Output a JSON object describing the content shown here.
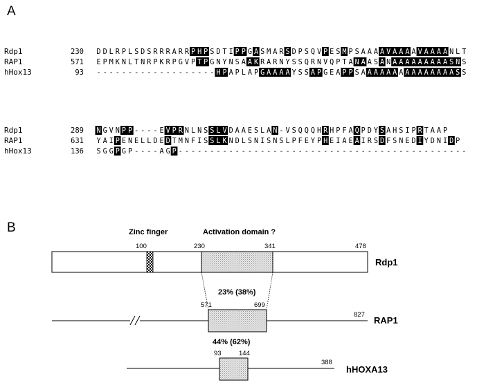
{
  "panel_a": {
    "label": "A",
    "blocks": [
      {
        "rows": [
          {
            "name": "Rdp1",
            "start": "230",
            "seq": "DDLRPLSDSRRRARRPHPSDTIPPGASMARSDPSQVPESMPSAAAAVAAAAVAAAANLT",
            "mask": "000000000000000111000011010000100000100100000111110111110000"
          },
          {
            "name": "RAP1",
            "start": "571",
            "seq": "EPMKNLTNRPKRPGVPTPGNYNSAAKRARNYSSQRNVQPTANAASANAAAAAAAAASNS",
            "mask": "000000000000000011000000110000000000000001100101111111111100"
          },
          {
            "name": "hHox13",
            "start": "93",
            "seq": "-------------------HPAPLAPGAAAAYSSAPGEAPPSAAAAAAAAAAAAAAASS",
            "mask": "000000000000000000011000001111100011000110011111011111111100"
          }
        ]
      },
      {
        "rows": [
          {
            "name": "Rdp1",
            "start": "289",
            "seq": "NGVNPP----EVPRNLNSSLVDAAESLAN-VSQQQHRHPFAQPDYSAHSIPRTAAP",
            "mask": "100011000001110000111000000010000000100001000100000100001"
          },
          {
            "name": "RAP1",
            "start": "631",
            "seq": "YAIPENELLDEDTMNFISSLKNDLSNISNSLPFEYPHEIAEAIRSDFSNEDIYDNIDP",
            "mask": "000100000001000000111000000000000000100001000100000100001"
          },
          {
            "name": "hHox13",
            "start": "136",
            "seq": "SGGPGP----AGP----------------------------------------------",
            "mask": "000100000000100000000000000000000000000000000000000000000"
          }
        ]
      }
    ]
  },
  "panel_b": {
    "label": "B",
    "zinc_finger_label": "Zinc finger",
    "activation_label": "Activation domain ?",
    "rdp1": {
      "name": "Rdp1",
      "pos_100": "100",
      "pos_230": "230",
      "pos_341": "341",
      "end": "478"
    },
    "identity_1": "23% (38%)",
    "rap1": {
      "name": "RAP1",
      "pos_start": "571",
      "pos_end": "699",
      "end": "827"
    },
    "identity_2": "44% (62%)",
    "hoxa13": {
      "name": "hHOXA13",
      "pos_start": "93",
      "pos_end": "144",
      "end": "388"
    },
    "colors": {
      "shaded_box": "#d9d9d9",
      "highlight": "#000000",
      "line": "#000000"
    }
  }
}
